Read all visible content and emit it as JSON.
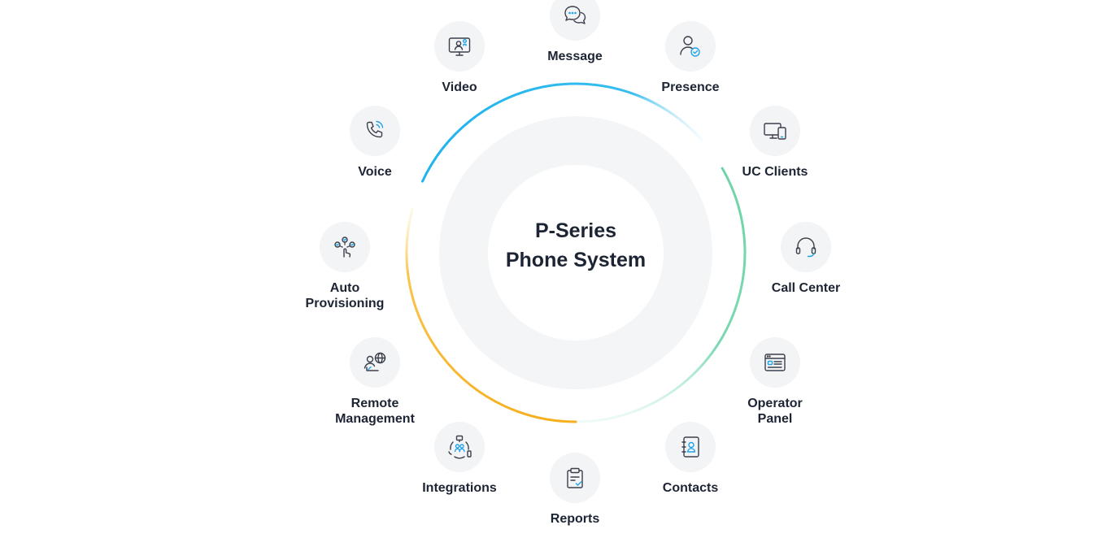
{
  "center": {
    "line1": "P-Series",
    "line2": "Phone System"
  },
  "colors": {
    "blue": "#1fb3ec",
    "green": "#5fd0a2",
    "yellow": "#f8b92c",
    "icon_stroke": "#3a3f4b",
    "icon_accent": "#1fa3e8",
    "disk": "#f4f5f7"
  },
  "features": [
    {
      "key": "message",
      "label": "Message",
      "icon": "chat-bubbles-icon"
    },
    {
      "key": "presence",
      "label": "Presence",
      "icon": "user-check-icon"
    },
    {
      "key": "uc_clients",
      "label": "UC Clients",
      "icon": "monitor-phone-icon"
    },
    {
      "key": "call_center",
      "label": "Call Center",
      "icon": "headset-icon"
    },
    {
      "key": "operator_panel",
      "label": "Operator\nPanel",
      "icon": "window-panel-icon"
    },
    {
      "key": "contacts",
      "label": "Contacts",
      "icon": "address-book-icon"
    },
    {
      "key": "reports",
      "label": "Reports",
      "icon": "clipboard-check-icon"
    },
    {
      "key": "integrations",
      "label": "Integrations",
      "icon": "network-users-icon"
    },
    {
      "key": "remote_management",
      "label": "Remote\nManagement",
      "icon": "user-globe-icon"
    },
    {
      "key": "auto_provisioning",
      "label": "Auto\nProvisioning",
      "icon": "touch-nodes-icon"
    },
    {
      "key": "voice",
      "label": "Voice",
      "icon": "phone-waves-icon"
    },
    {
      "key": "video",
      "label": "Video",
      "icon": "video-screen-icon"
    }
  ]
}
